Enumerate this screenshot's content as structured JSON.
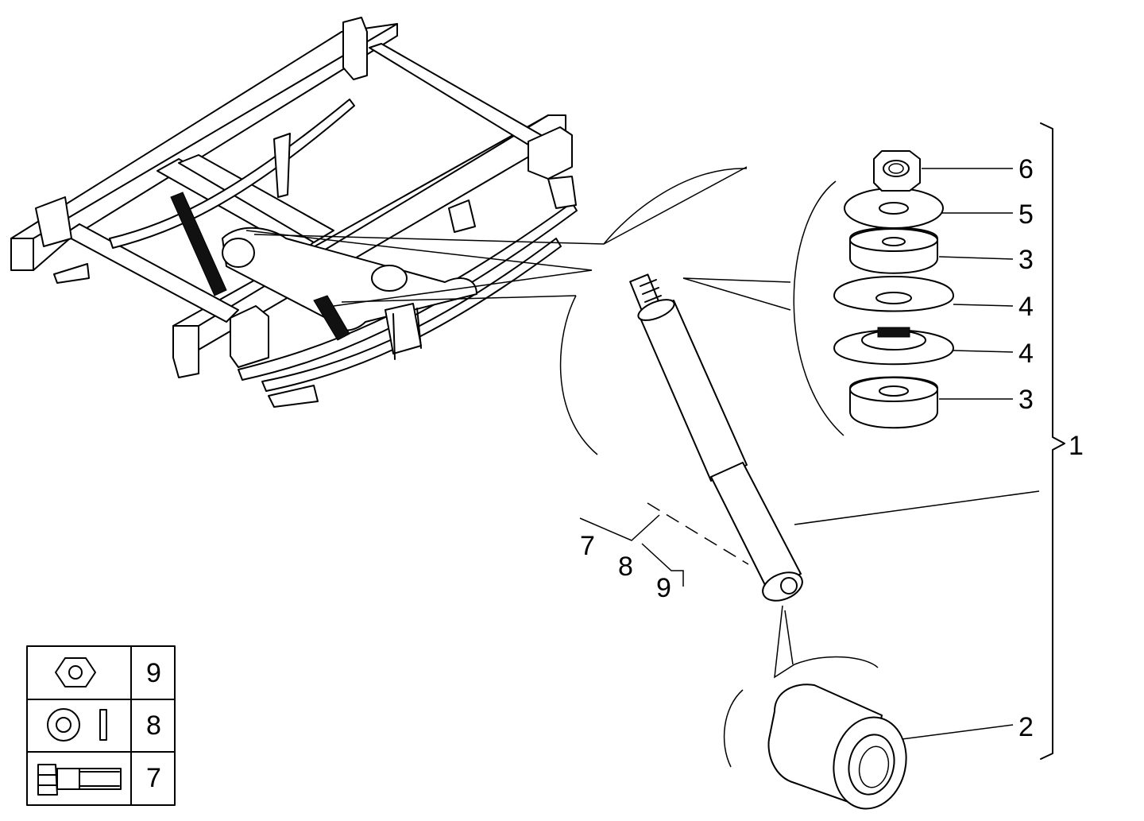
{
  "callouts": {
    "c1": "1",
    "c2": "2",
    "c3a": "3",
    "c3b": "3",
    "c4a": "4",
    "c4b": "4",
    "c5": "5",
    "c6": "6",
    "c7": "7",
    "c8": "8",
    "c9": "9"
  },
  "legend": {
    "rows": [
      {
        "number": "9",
        "icon": "nut-icon"
      },
      {
        "number": "8",
        "icon": "washer-icon"
      },
      {
        "number": "7",
        "icon": "bolt-icon"
      }
    ]
  }
}
